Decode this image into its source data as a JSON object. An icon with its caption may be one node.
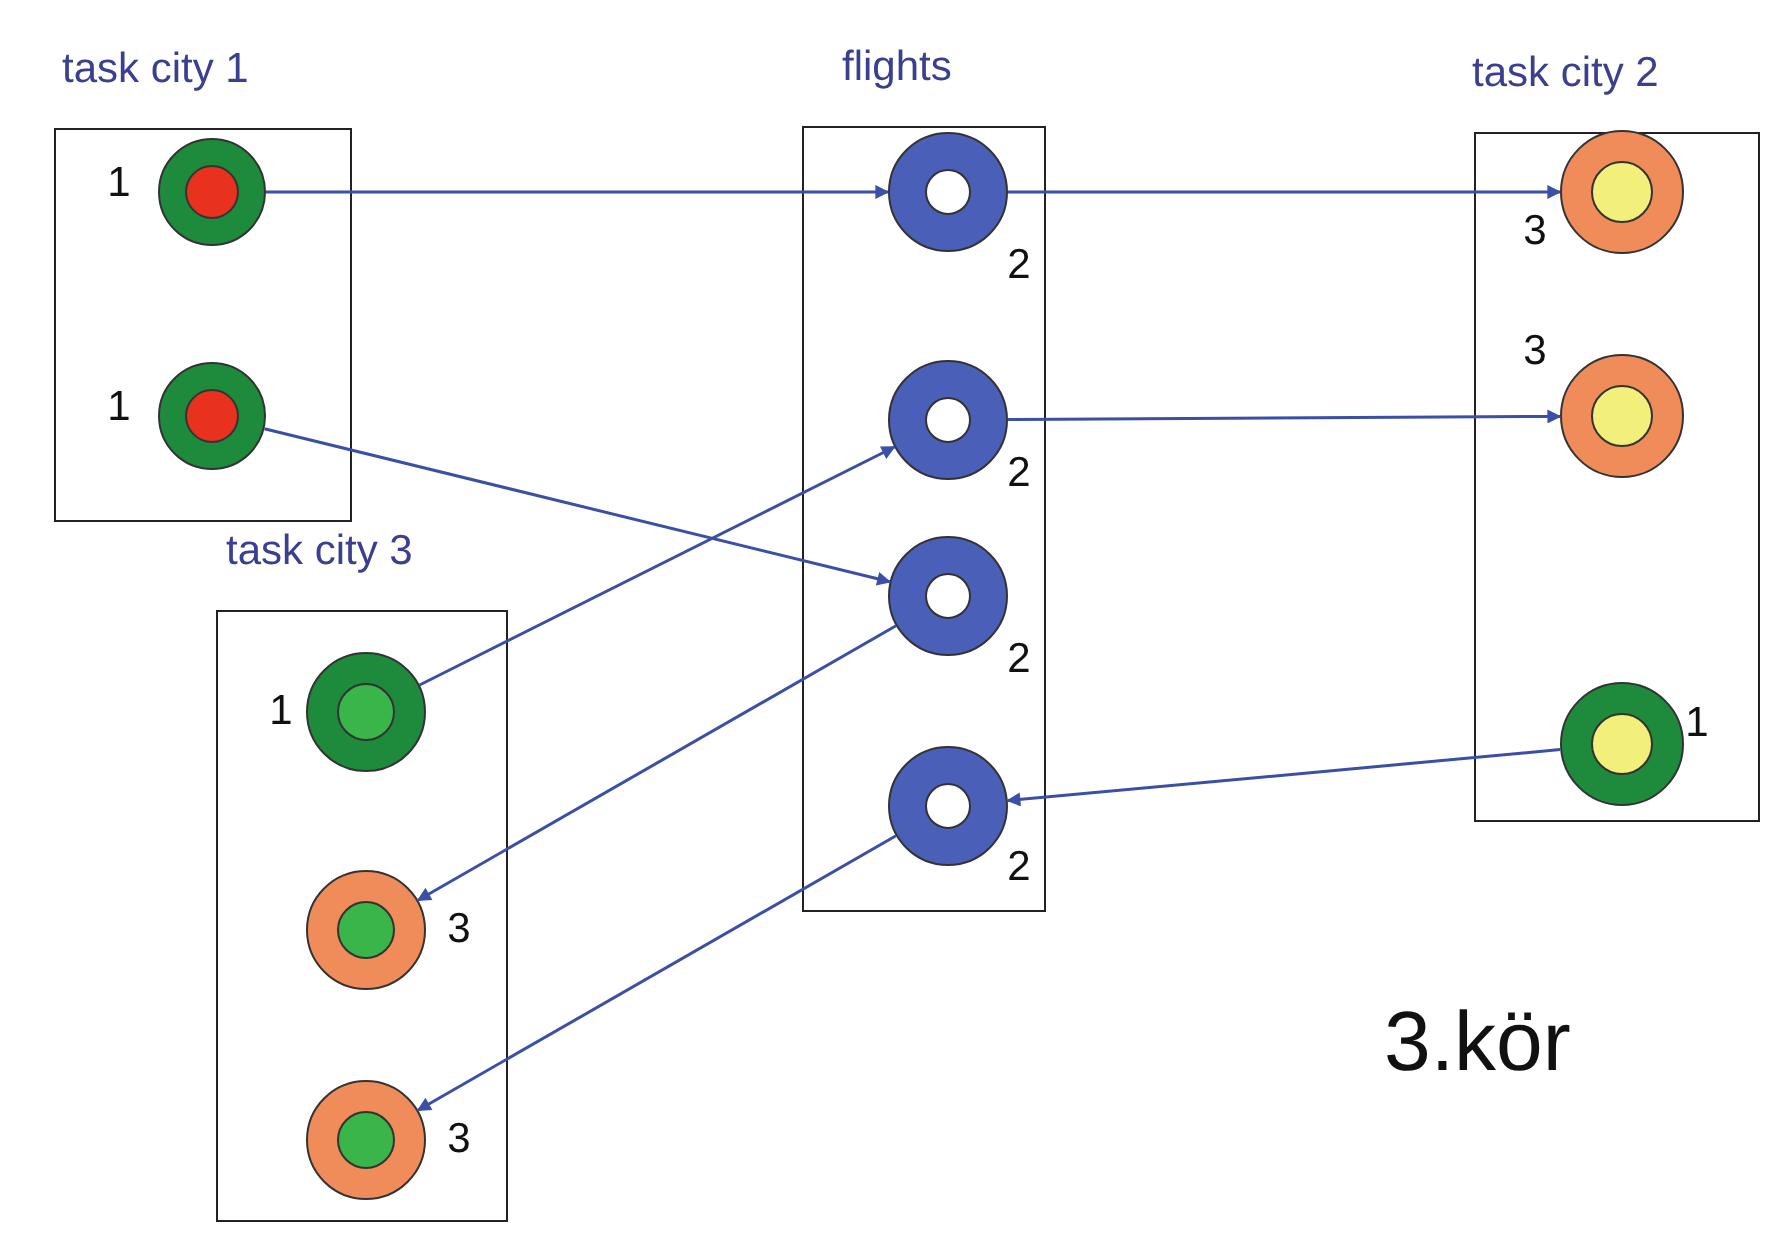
{
  "diagram": {
    "nodes": [
      {
        "text": [
          "task city 1"
        ]
      },
      {
        "text": [],
        "shape": "circle",
        "in": 0,
        "beside": [
          "1"
        ]
      },
      {
        "text": [],
        "shape": "circle",
        "in": 0,
        "beside": [
          "1"
        ]
      },
      {
        "text": [
          "flights"
        ]
      },
      {
        "text": [],
        "shape": "circle",
        "in": 3,
        "beside": [
          "2"
        ]
      },
      {
        "text": [],
        "shape": "circle",
        "in": 3,
        "beside": [
          "2"
        ]
      },
      {
        "text": [],
        "shape": "circle",
        "in": 3,
        "beside": [
          "2"
        ]
      },
      {
        "text": [],
        "shape": "circle",
        "in": 3,
        "beside": [
          "2"
        ]
      },
      {
        "text": [
          "task city 2"
        ]
      },
      {
        "text": [],
        "shape": "circle",
        "in": 8,
        "beside": [
          "3"
        ]
      },
      {
        "text": [],
        "shape": "circle",
        "in": 8,
        "beside": [
          "3"
        ]
      },
      {
        "text": [],
        "shape": "circle",
        "in": 8,
        "beside": [
          "1"
        ]
      },
      {
        "text": [
          "task city 3"
        ]
      },
      {
        "text": [],
        "shape": "circle",
        "in": 12,
        "beside": [
          "1"
        ]
      },
      {
        "text": [],
        "shape": "circle",
        "in": 12,
        "beside": [
          "3"
        ]
      },
      {
        "text": [],
        "shape": "circle",
        "in": 12,
        "beside": [
          "3"
        ]
      }
    ],
    "edges": [
      {
        "from": 1,
        "to": 4,
        "arrow": "to"
      },
      {
        "from": 4,
        "to": 9,
        "arrow": "to"
      },
      {
        "from": 2,
        "to": 6,
        "arrow": "to"
      },
      {
        "from": 5,
        "to": 10,
        "arrow": "to"
      },
      {
        "from": 13,
        "to": 5,
        "arrow": "to"
      },
      {
        "from": 6,
        "to": 14,
        "arrow": "to"
      },
      {
        "from": 7,
        "to": 15,
        "arrow": "to"
      },
      {
        "from": 11,
        "to": 7,
        "arrow": "to"
      }
    ],
    "labels": [
      "3.kör"
    ]
  }
}
